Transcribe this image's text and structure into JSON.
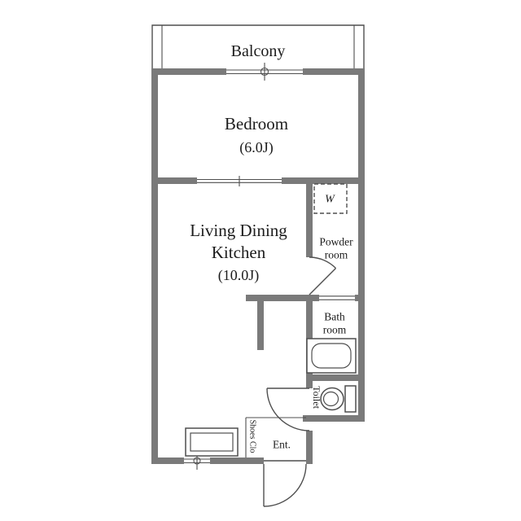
{
  "floorplan": {
    "balcony": {
      "label": "Balcony"
    },
    "bedroom": {
      "label": "Bedroom",
      "size": "(6.0J)"
    },
    "living_dining_kitchen": {
      "label_line1": "Living Dining",
      "label_line2": "Kitchen",
      "size": "(10.0J)"
    },
    "powder_room": {
      "label_line1": "Powder",
      "label_line2": "room"
    },
    "bath_room": {
      "label_line1": "Bath",
      "label_line2": "room"
    },
    "toilet": {
      "label": "Toilet"
    },
    "entrance": {
      "label": "Ent."
    },
    "shoes_closet": {
      "label": "Shoes Clo"
    },
    "washer_space": {
      "label": "W"
    }
  },
  "colors": {
    "background": "#ffffff",
    "wall": "#7a7a7a",
    "line": "#4f4f4f",
    "text": "#1c1c1c"
  }
}
